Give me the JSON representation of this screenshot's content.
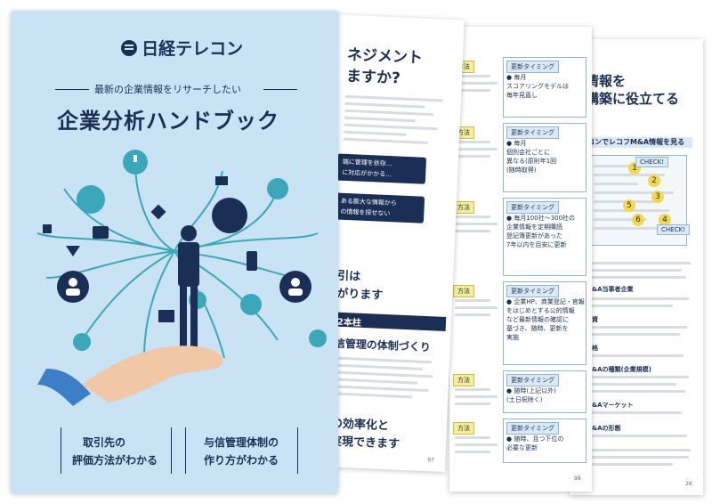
{
  "cover": {
    "logo": "日経テレコン",
    "subtitle": "最新の企業情報をリサーチしたい",
    "title": "企業分析ハンドブック",
    "bottom_left": [
      "取引先の",
      "評価方法がわかる"
    ],
    "bottom_right": [
      "与信管理体制の",
      "作り方がわかる"
    ]
  },
  "page2": {
    "heading": [
      "ネジメント",
      "ますか?"
    ],
    "callout1": [
      "端に管理を依存…",
      "に対応がかかる…"
    ],
    "callout2": [
      "ある膨大な情報から",
      "の情報を探せない"
    ],
    "section1": [
      "引は",
      "がります"
    ],
    "band": "2本柱",
    "section2": "信管理の体制づくり",
    "section3": [
      "の効率化と",
      "実現できます"
    ],
    "page_no": "97"
  },
  "page3": {
    "col_header": "更新タイミング",
    "rows": [
      {
        "label": "方法",
        "timing": [
          "毎月",
          "スコアリングモデルは",
          "毎年見直し"
        ]
      },
      {
        "label": "方法",
        "timing": [
          "毎月",
          "個別会社ごとに",
          "異なる(原則年1回",
          "(随時取得)"
        ]
      },
      {
        "label": "方法",
        "timing": [
          "毎月100社～300社の",
          "企業情報を定期購読",
          "登記簿更新があった",
          "7年以内を目安に更新"
        ]
      },
      {
        "label": "方法",
        "timing": [
          "企業HP、商業登記・官報",
          "をはじめとする公的情報",
          "など最新情報の確認に",
          "基づき、随時、更新を",
          "実施"
        ]
      },
      {
        "label": "方法",
        "timing": [
          "随時(上記以外)",
          "(土日祝除く)"
        ]
      },
      {
        "label": "方法",
        "timing": [
          "随時、且つ下位の",
          "必要な更新"
        ]
      }
    ],
    "page_no": "98"
  },
  "page4": {
    "heading": [
      "情報を",
      "構築に役立てる"
    ],
    "section_title": "レコンでレコフM&A情報を見る",
    "badges": [
      "1",
      "2",
      "3",
      "4",
      "5",
      "6"
    ],
    "check_label": "CHECK!",
    "items": [
      "M&A当事者企業",
      "投資",
      "価格",
      "M&Aの種類(企業規模)",
      "M&Aマーケット",
      "M&Aの形態"
    ],
    "page_no": "26"
  },
  "colors": {
    "navy": "#1b2f56",
    "light_blue": "#c9e3f4",
    "teal": "#3aa8b8",
    "yellow": "#f3d84b"
  }
}
